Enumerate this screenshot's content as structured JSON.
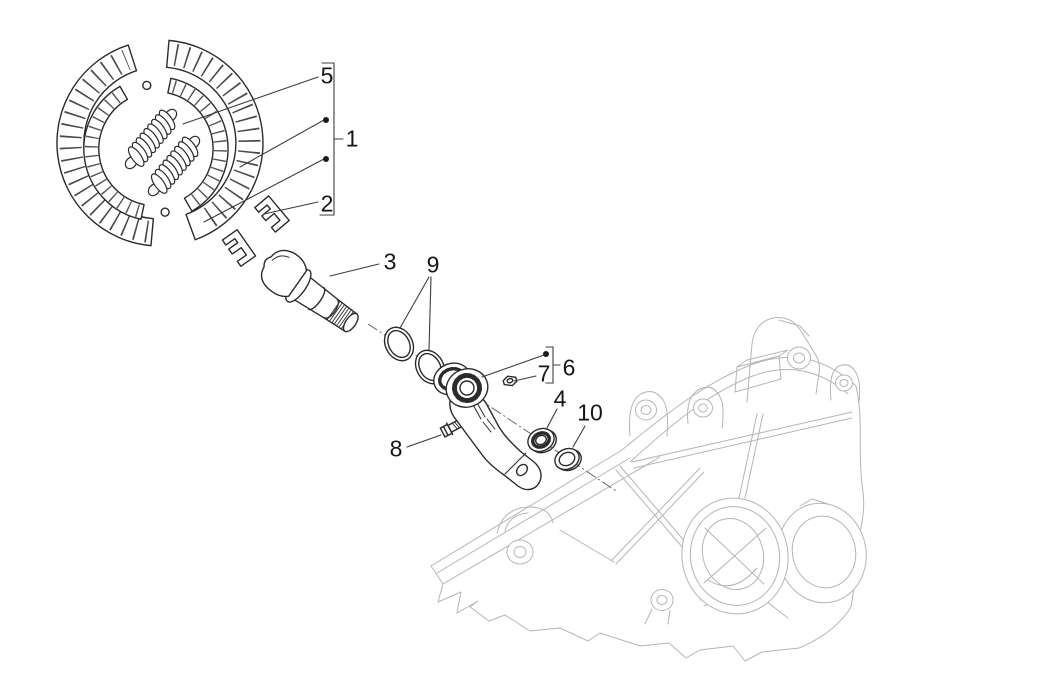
{
  "diagram": {
    "background_color": "#ffffff",
    "part_line_color": "#2b2b2b",
    "crankcase_line_color": "#b5b5b5",
    "leader_line_color": "#3c3c3c",
    "label_color": "#161616",
    "callouts": [
      {
        "id": "1",
        "label": "1"
      },
      {
        "id": "2",
        "label": "2"
      },
      {
        "id": "3",
        "label": "3"
      },
      {
        "id": "4",
        "label": "4"
      },
      {
        "id": "5",
        "label": "5"
      },
      {
        "id": "6",
        "label": "6"
      },
      {
        "id": "7",
        "label": "7"
      },
      {
        "id": "8",
        "label": "8"
      },
      {
        "id": "9",
        "label": "9"
      },
      {
        "id": "10",
        "label": "10"
      }
    ]
  }
}
